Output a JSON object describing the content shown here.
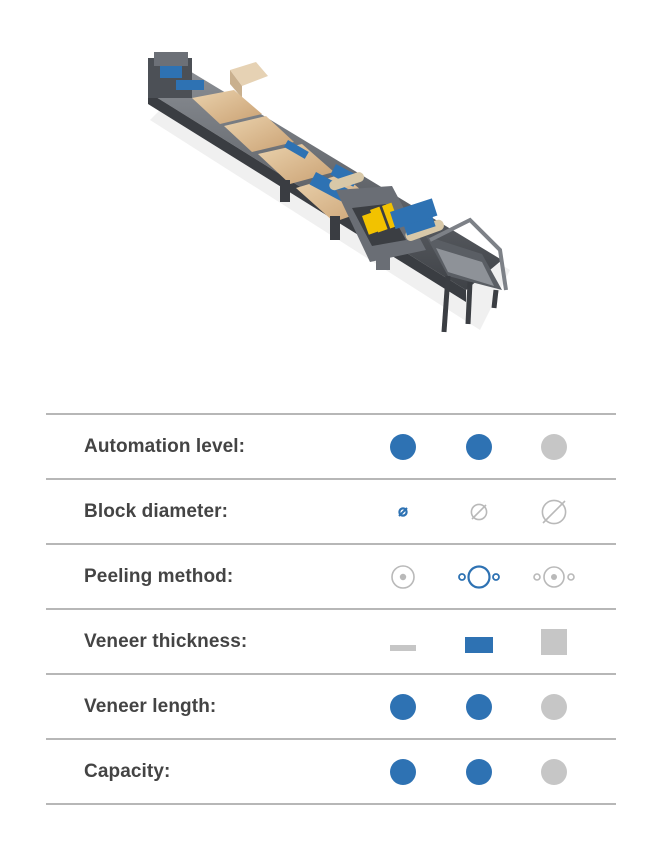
{
  "product_image": {
    "icon": "veneer-peeling-line-machine-illustration",
    "colors": {
      "accent": "#2e72b3",
      "steel": "#5b5f65",
      "wood": "#d9b98f"
    }
  },
  "specs": {
    "rows": [
      {
        "label": "Automation level:",
        "indicator": "dot",
        "levels": [
          "on",
          "on",
          "off"
        ]
      },
      {
        "label": "Block diameter:",
        "indicator": "diameter-symbol",
        "levels": [
          "small-active",
          "medium-inactive",
          "large-inactive"
        ]
      },
      {
        "label": "Peeling method:",
        "indicator": "peeling-method-symbol",
        "levels": [
          "center-dot-inactive",
          "spindleless-active",
          "spindle-inactive"
        ]
      },
      {
        "label": "Veneer thickness:",
        "indicator": "thickness-bar",
        "levels": [
          "thin-inactive",
          "medium-active",
          "thick-inactive"
        ]
      },
      {
        "label": "Veneer length:",
        "indicator": "dot",
        "levels": [
          "on",
          "on",
          "off"
        ]
      },
      {
        "label": "Capacity:",
        "indicator": "dot",
        "levels": [
          "on",
          "on",
          "off"
        ]
      }
    ]
  },
  "colors": {
    "active": "#2e72b3",
    "inactive": "#c6c6c6",
    "label": "#444444",
    "rule": "#b7b7b7"
  }
}
